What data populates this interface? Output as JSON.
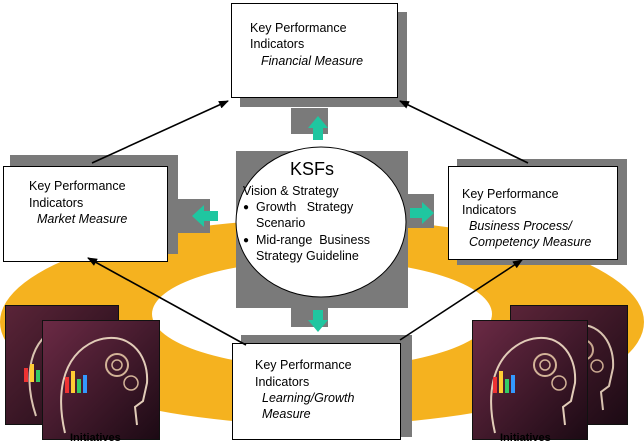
{
  "colors": {
    "ring": "#f5b21f",
    "shadow": "#7a7a7a",
    "arrow_teal": "#1fc6a0",
    "box_border": "#000000"
  },
  "ksf": {
    "title": "KSFs",
    "line1": "Vision & Strategy",
    "bullet": "●",
    "item1_a": "Growth   Strategy",
    "item1_b": "Scenario",
    "item2_a": "Mid-range  Business",
    "item2_b": "Strategy Guideline"
  },
  "kpi_boxes": {
    "top": {
      "line1": "Key Performance",
      "line2": "Indicators",
      "measure1": "Financial Measure",
      "measure2": ""
    },
    "left": {
      "line1": "Key Performance",
      "line2": "Indicators",
      "measure1": "Market Measure",
      "measure2": ""
    },
    "right": {
      "line1": "Key Performance",
      "line2": "Indicators",
      "measure1": "Business Process/",
      "measure2": "Competency Measure"
    },
    "bottom": {
      "line1": "Key Performance",
      "line2": "Indicators",
      "measure1": "Learning/Growth",
      "measure2": "Measure"
    }
  },
  "initiatives": {
    "left_caption": "Initiatives",
    "right_caption": "Initiatives",
    "image_icon": "head-gears-illustration"
  }
}
